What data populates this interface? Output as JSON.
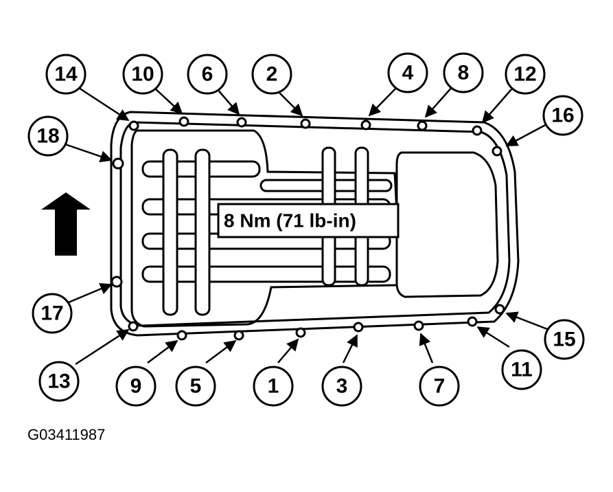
{
  "torque_spec": "8 Nm (71 lb-in)",
  "figure_id": "G03411987",
  "callouts": [
    "1",
    "2",
    "3",
    "4",
    "5",
    "6",
    "7",
    "8",
    "9",
    "10",
    "11",
    "12",
    "13",
    "14",
    "15",
    "16",
    "17",
    "18"
  ],
  "icons": {
    "direction_arrow": "arrow-up-icon"
  },
  "colors": {
    "ink": "#000000",
    "paper": "#ffffff"
  }
}
